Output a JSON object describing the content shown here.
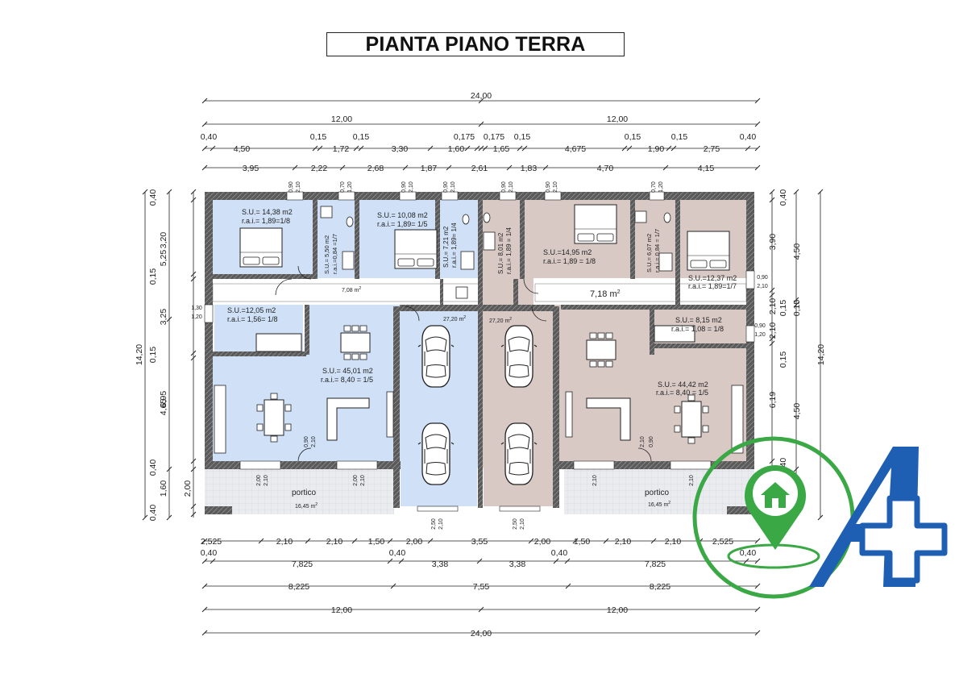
{
  "title": "PIANTA PIANO TERRA",
  "colors": {
    "left_unit": "#cfe0f7",
    "right_unit": "#d9c9c5",
    "portico": "#e8eaee",
    "wall": "#4a4a4a",
    "logo_green": "#3aa845",
    "logo_blue": "#1e5fb4"
  },
  "dimensions": {
    "top_row1": [
      "24,00"
    ],
    "top_row2": [
      "12,00",
      "12,00"
    ],
    "top_row3": [
      "0,40",
      "4,50",
      "0,15",
      "1,72",
      "0,15",
      "3,30",
      "1,60",
      "0,175",
      "0,175",
      "1,65",
      "0,15",
      "4,675",
      "0,15",
      "1,90",
      "0,15",
      "2,75",
      "0,40"
    ],
    "top_row4": [
      "3,95",
      "2,22",
      "2,68",
      "1,87",
      "2,61",
      "1,83",
      "4,70",
      "4,15"
    ],
    "bottom_row1": [
      "2,525",
      "2,10",
      "2,10",
      "1,50",
      "2,00",
      "3,55",
      "2,00",
      "1,50",
      "2,10",
      "2,10",
      "2,525"
    ],
    "bottom_row2": [
      "0,40",
      "7,825",
      "0,40",
      "3,38",
      "3,38",
      "0,40",
      "7,825",
      "0,40"
    ],
    "bottom_row3": [
      "8,225",
      "7,55",
      "8,225"
    ],
    "bottom_row4": [
      "12,00",
      "12,00"
    ],
    "bottom_row5": [
      "24,00"
    ],
    "left_outer": [
      "14,20"
    ],
    "left_mid": [
      "5,25",
      "6,95",
      "2,00"
    ],
    "left_inner": [
      "0,40",
      "3,20",
      "0,15",
      "3,25",
      "0,15",
      "4,65",
      "0,40",
      "1,60",
      "0,40"
    ],
    "right_inner": [
      "0,40",
      "3,90",
      "2,10",
      "0,15",
      "2,10",
      "0,15",
      "6,19",
      "0,40"
    ],
    "right_mid": [
      "4,50",
      "0,15",
      "4,50"
    ],
    "right_outer": [
      "14,20"
    ]
  },
  "openings": {
    "window": [
      "0,90",
      "2,10"
    ],
    "small_window": [
      "0,70",
      "1,20"
    ],
    "side_window_left": [
      "1,30",
      "1,20"
    ],
    "side_window_right": [
      "0,90",
      "1,20"
    ],
    "side_window_right2": [
      "0,90",
      "2,10"
    ],
    "garage_door": [
      "2,50",
      "2,10"
    ],
    "patio_door": [
      "2,00",
      "2,10"
    ],
    "entry_door": [
      "0,90",
      "2,10"
    ],
    "patio_door_right": [
      "2,10",
      "0,90"
    ]
  },
  "rooms": {
    "bedroom1": {
      "su": "S.U.= 14,38  m2",
      "rai": "r.a.i.= 1,89=1/8"
    },
    "bath1": {
      "su": "S.U.= 5,50 m2",
      "rai": "r.a.i.=0,84 =1/7"
    },
    "bedroom2": {
      "su": "S.U.= 10,08 m2",
      "rai": "r.a.i.= 1,89= 1/5"
    },
    "bath2": {
      "su": "S.U.= 7,21 m2",
      "rai": "r.a.i.= 1,89= 1/4"
    },
    "hall_left": {
      "area": "7,08 m",
      "sup": "2"
    },
    "study_left": {
      "su": "S.U.=12,05 m2",
      "rai": "r.a.i.= 1,56= 1/8"
    },
    "living_left": {
      "su": "S.U.= 45,01 m2",
      "rai": "r.a.i.= 8,40 = 1/5"
    },
    "garage_left": {
      "area": "27,20 m",
      "sup": "2"
    },
    "garage_right": {
      "area": "27,20 m",
      "sup": "2"
    },
    "bath3": {
      "su": "S.U.= 8,01 m2",
      "rai": "r.a.i.= 1,89 = 1/4"
    },
    "bedroom3": {
      "su": "S.U.=14,95 m2",
      "rai": "r.a.i.= 1,89 = 1/8"
    },
    "bath4": {
      "su": "S.U.= 6,07 m2",
      "rai": "r.a.i.= 0,84 = 1/7"
    },
    "bedroom4": {
      "su": "S.U.=12,37 m2",
      "rai": "r.a.i.= 1,89=1/7"
    },
    "hall_right": {
      "area": "7,18 m",
      "sup": "2"
    },
    "study_right": {
      "su": "S.U.= 8,15 m2",
      "rai": "r.a.i.= 1,08 = 1/8"
    },
    "living_right": {
      "su": "S.U.= 44,42 m2",
      "rai": "r.a.i.=  8,40 = 1/5"
    },
    "portico_left": {
      "name": "portico",
      "area": "16,45 m",
      "sup": "2"
    },
    "portico_right": {
      "name": "portico",
      "area": "16,45 m",
      "sup": "2"
    }
  },
  "logo": {
    "icon": "house-pin-icon",
    "mark": "a-plus-logo-icon"
  }
}
